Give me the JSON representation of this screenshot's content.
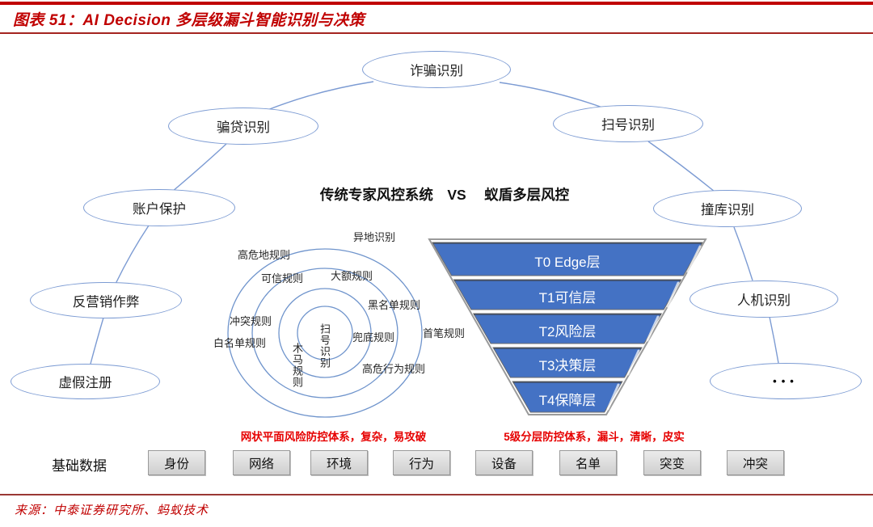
{
  "header": {
    "title": "图表 51：AI Decision 多层级漏斗智能识别与决策"
  },
  "nodes": {
    "fraud": "诈骗识别",
    "loan_fraud": "骗贷识别",
    "scan_id": "扫号识别",
    "account_protect": "账户保护",
    "cred_stuffing": "撞库识别",
    "anti_marketing": "反营销作弊",
    "human_machine": "人机识别",
    "fake_reg": "虚假注册",
    "more": "•••"
  },
  "comparison": {
    "heading": "传统专家风控系统　VS　 蚁盾多层风控"
  },
  "radial": {
    "remote_login": "异地识别",
    "high_risk_area": "高危地规则",
    "trusted": "可信规则",
    "large_amount": "大额规则",
    "blacklist": "黑名单规则",
    "conflict": "冲突规则",
    "whitelist": "白名单规则",
    "trojan": "木马规则",
    "scan": "扫号识别",
    "fallback": "兜底规则",
    "first_txn": "首笔规则",
    "high_risk_behavior": "高危行为规则"
  },
  "funnel": {
    "layers": [
      "T0 Edge层",
      "T1可信层",
      "T2风险层",
      "T3决策层",
      "T4保障层"
    ]
  },
  "annotations": {
    "left": "网状平面风险防控体系，复杂，易攻破",
    "right": "5级分层防控体系，漏斗，清晰，皮实"
  },
  "base_data": {
    "label": "基础数据",
    "items": [
      "身份",
      "网络",
      "环境",
      "行为",
      "设备",
      "名单",
      "突变",
      "冲突"
    ]
  },
  "footer": {
    "source": "来源：中泰证券研究所、蚂蚁技术"
  },
  "colors": {
    "accent_red": "#C00000",
    "annotation_red": "#E60000",
    "funnel_blue": "#4472C4",
    "node_stroke": "#7C9BD3"
  }
}
